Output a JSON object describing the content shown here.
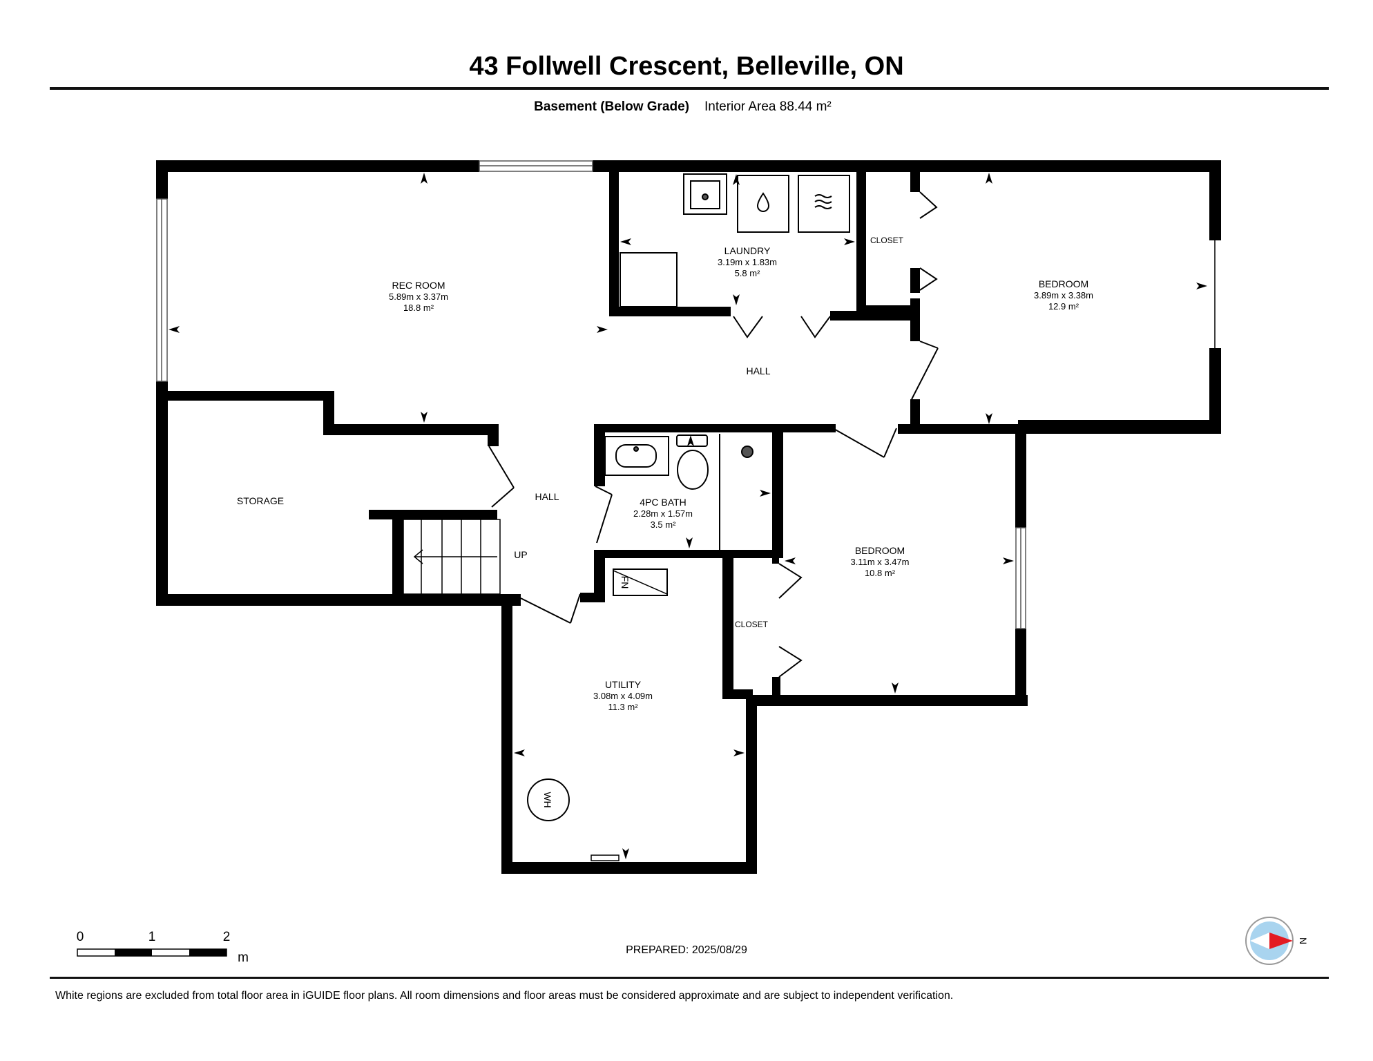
{
  "header": {
    "title": "43 Follwell Crescent, Belleville, ON",
    "level_label": "Basement (Below Grade)",
    "area_label": "Interior Area 88.44 m²"
  },
  "rooms": {
    "rec_room": {
      "name": "REC ROOM",
      "dims": "5.89m x 3.37m",
      "area": "18.8 m²"
    },
    "laundry": {
      "name": "LAUNDRY",
      "dims": "3.19m x 1.83m",
      "area": "5.8 m²"
    },
    "bedroom_1": {
      "name": "BEDROOM",
      "dims": "3.89m x 3.38m",
      "area": "12.9 m²"
    },
    "bedroom_2": {
      "name": "BEDROOM",
      "dims": "3.11m x 3.47m",
      "area": "10.8 m²"
    },
    "bath": {
      "name": "4PC BATH",
      "dims": "2.28m x 1.57m",
      "area": "3.5 m²"
    },
    "utility": {
      "name": "UTILITY",
      "dims": "3.08m x 4.09m",
      "area": "11.3 m²"
    },
    "closet_1": {
      "name": "CLOSET"
    },
    "closet_2": {
      "name": "CLOSET"
    },
    "hall_1": {
      "name": "HALL"
    },
    "hall_2": {
      "name": "HALL"
    },
    "storage": {
      "name": "STORAGE"
    },
    "stairs": {
      "name": "UP"
    }
  },
  "fixtures": {
    "furnace": "FN",
    "water_heater": "WH"
  },
  "scale": {
    "ticks": [
      "0",
      "1",
      "2"
    ],
    "unit": "m"
  },
  "compass": {
    "label": "N"
  },
  "prepared": "PREPARED: 2025/08/29",
  "footer": "White regions are excluded from total floor area in iGUIDE floor plans. All room dimensions and floor areas must be considered approximate and are subject to independent verification."
}
